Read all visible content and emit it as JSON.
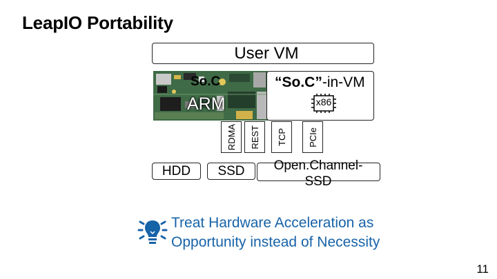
{
  "slide": {
    "title": "LeapIO Portability",
    "page_number": "11"
  },
  "diagram": {
    "user_vm": "User VM",
    "soc": {
      "label": "So.C",
      "arch": "ARM"
    },
    "soc_in_vm": {
      "label_bold": "“So.C”",
      "label_rest": "-in-VM",
      "arch": "x86"
    },
    "protocols": [
      "RDMA",
      "REST",
      "TCP",
      "PCIe"
    ],
    "storage": {
      "hdd": "HDD",
      "ssd": "SSD",
      "ocssd": "Open.Channel-SSD"
    }
  },
  "note": {
    "line1": "Treat Hardware Acceleration as",
    "line2": "Opportunity instead of Necessity",
    "color": "#1763a8",
    "icon": "lightbulb-icon"
  }
}
